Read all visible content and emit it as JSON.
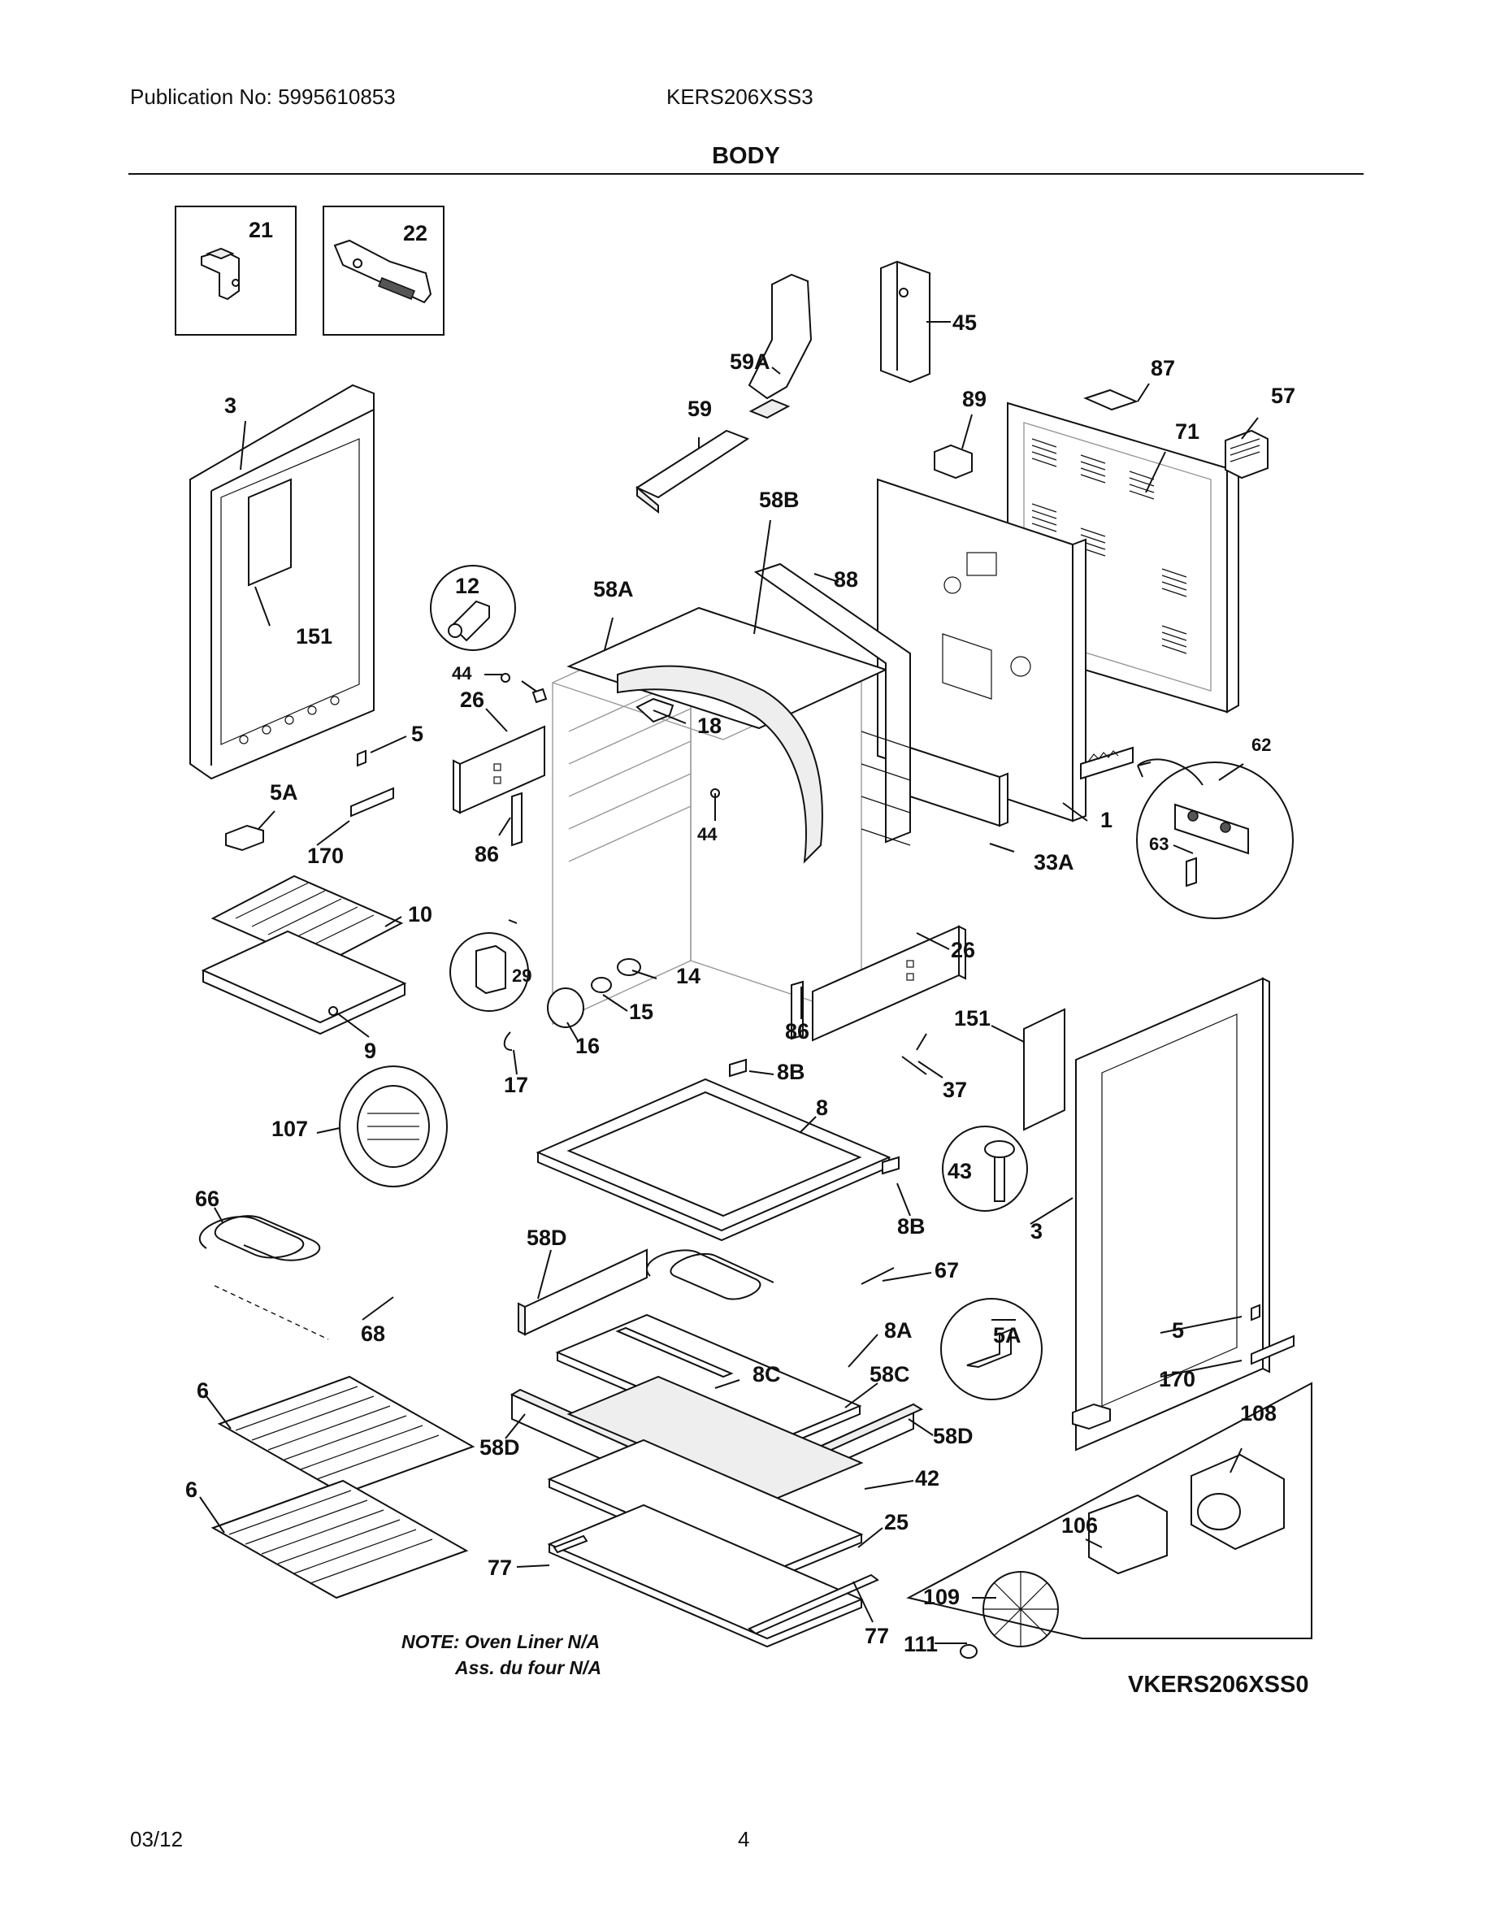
{
  "header": {
    "publication": "Publication No: 5995610853",
    "model": "KERS206XSS3",
    "section_title": "BODY"
  },
  "footer": {
    "date": "03/12",
    "page": "4"
  },
  "diagram": {
    "part_labels": [
      {
        "id": "21",
        "text": "21"
      },
      {
        "id": "22",
        "text": "22"
      },
      {
        "id": "45",
        "text": "45"
      },
      {
        "id": "59A",
        "text": "59A"
      },
      {
        "id": "87",
        "text": "87"
      },
      {
        "id": "57",
        "text": "57"
      },
      {
        "id": "89",
        "text": "89"
      },
      {
        "id": "71",
        "text": "71"
      },
      {
        "id": "59",
        "text": "59"
      },
      {
        "id": "3-left",
        "text": "3"
      },
      {
        "id": "58B",
        "text": "58B"
      },
      {
        "id": "88",
        "text": "88"
      },
      {
        "id": "12",
        "text": "12"
      },
      {
        "id": "58A",
        "text": "58A"
      },
      {
        "id": "151-left",
        "text": "151"
      },
      {
        "id": "44-top",
        "text": "44"
      },
      {
        "id": "26-left",
        "text": "26"
      },
      {
        "id": "18",
        "text": "18"
      },
      {
        "id": "5-left",
        "text": "5"
      },
      {
        "id": "62",
        "text": "62"
      },
      {
        "id": "5A-left",
        "text": "5A"
      },
      {
        "id": "1",
        "text": "1"
      },
      {
        "id": "63",
        "text": "63"
      },
      {
        "id": "44-mid",
        "text": "44"
      },
      {
        "id": "170-left",
        "text": "170"
      },
      {
        "id": "86-left",
        "text": "86"
      },
      {
        "id": "33A",
        "text": "33A"
      },
      {
        "id": "10",
        "text": "10"
      },
      {
        "id": "29",
        "text": "29"
      },
      {
        "id": "14",
        "text": "14"
      },
      {
        "id": "26-right",
        "text": "26"
      },
      {
        "id": "15",
        "text": "15"
      },
      {
        "id": "9",
        "text": "9"
      },
      {
        "id": "86-right",
        "text": "86"
      },
      {
        "id": "16",
        "text": "16"
      },
      {
        "id": "151-right",
        "text": "151"
      },
      {
        "id": "17",
        "text": "17"
      },
      {
        "id": "8B-top",
        "text": "8B"
      },
      {
        "id": "37",
        "text": "37"
      },
      {
        "id": "8",
        "text": "8"
      },
      {
        "id": "107",
        "text": "107"
      },
      {
        "id": "43",
        "text": "43"
      },
      {
        "id": "8B-bottom",
        "text": "8B"
      },
      {
        "id": "3-right",
        "text": "3"
      },
      {
        "id": "66",
        "text": "66"
      },
      {
        "id": "58D-top",
        "text": "58D"
      },
      {
        "id": "67",
        "text": "67"
      },
      {
        "id": "68",
        "text": "68"
      },
      {
        "id": "5A-right",
        "text": "5A"
      },
      {
        "id": "8A",
        "text": "8A"
      },
      {
        "id": "5-right",
        "text": "5"
      },
      {
        "id": "8C",
        "text": "8C"
      },
      {
        "id": "6-top",
        "text": "6"
      },
      {
        "id": "58C",
        "text": "58C"
      },
      {
        "id": "170-right",
        "text": "170"
      },
      {
        "id": "108",
        "text": "108"
      },
      {
        "id": "58D-right",
        "text": "58D"
      },
      {
        "id": "58D-left",
        "text": "58D"
      },
      {
        "id": "42",
        "text": "42"
      },
      {
        "id": "6-bottom",
        "text": "6"
      },
      {
        "id": "25",
        "text": "25"
      },
      {
        "id": "106",
        "text": "106"
      },
      {
        "id": "77-left",
        "text": "77"
      },
      {
        "id": "109",
        "text": "109"
      },
      {
        "id": "77-right",
        "text": "77"
      },
      {
        "id": "111",
        "text": "111"
      }
    ],
    "note_line1": "NOTE: Oven Liner N/A",
    "note_line2": "Ass. du four N/A",
    "inset_code": "VKERS206XSS0"
  }
}
